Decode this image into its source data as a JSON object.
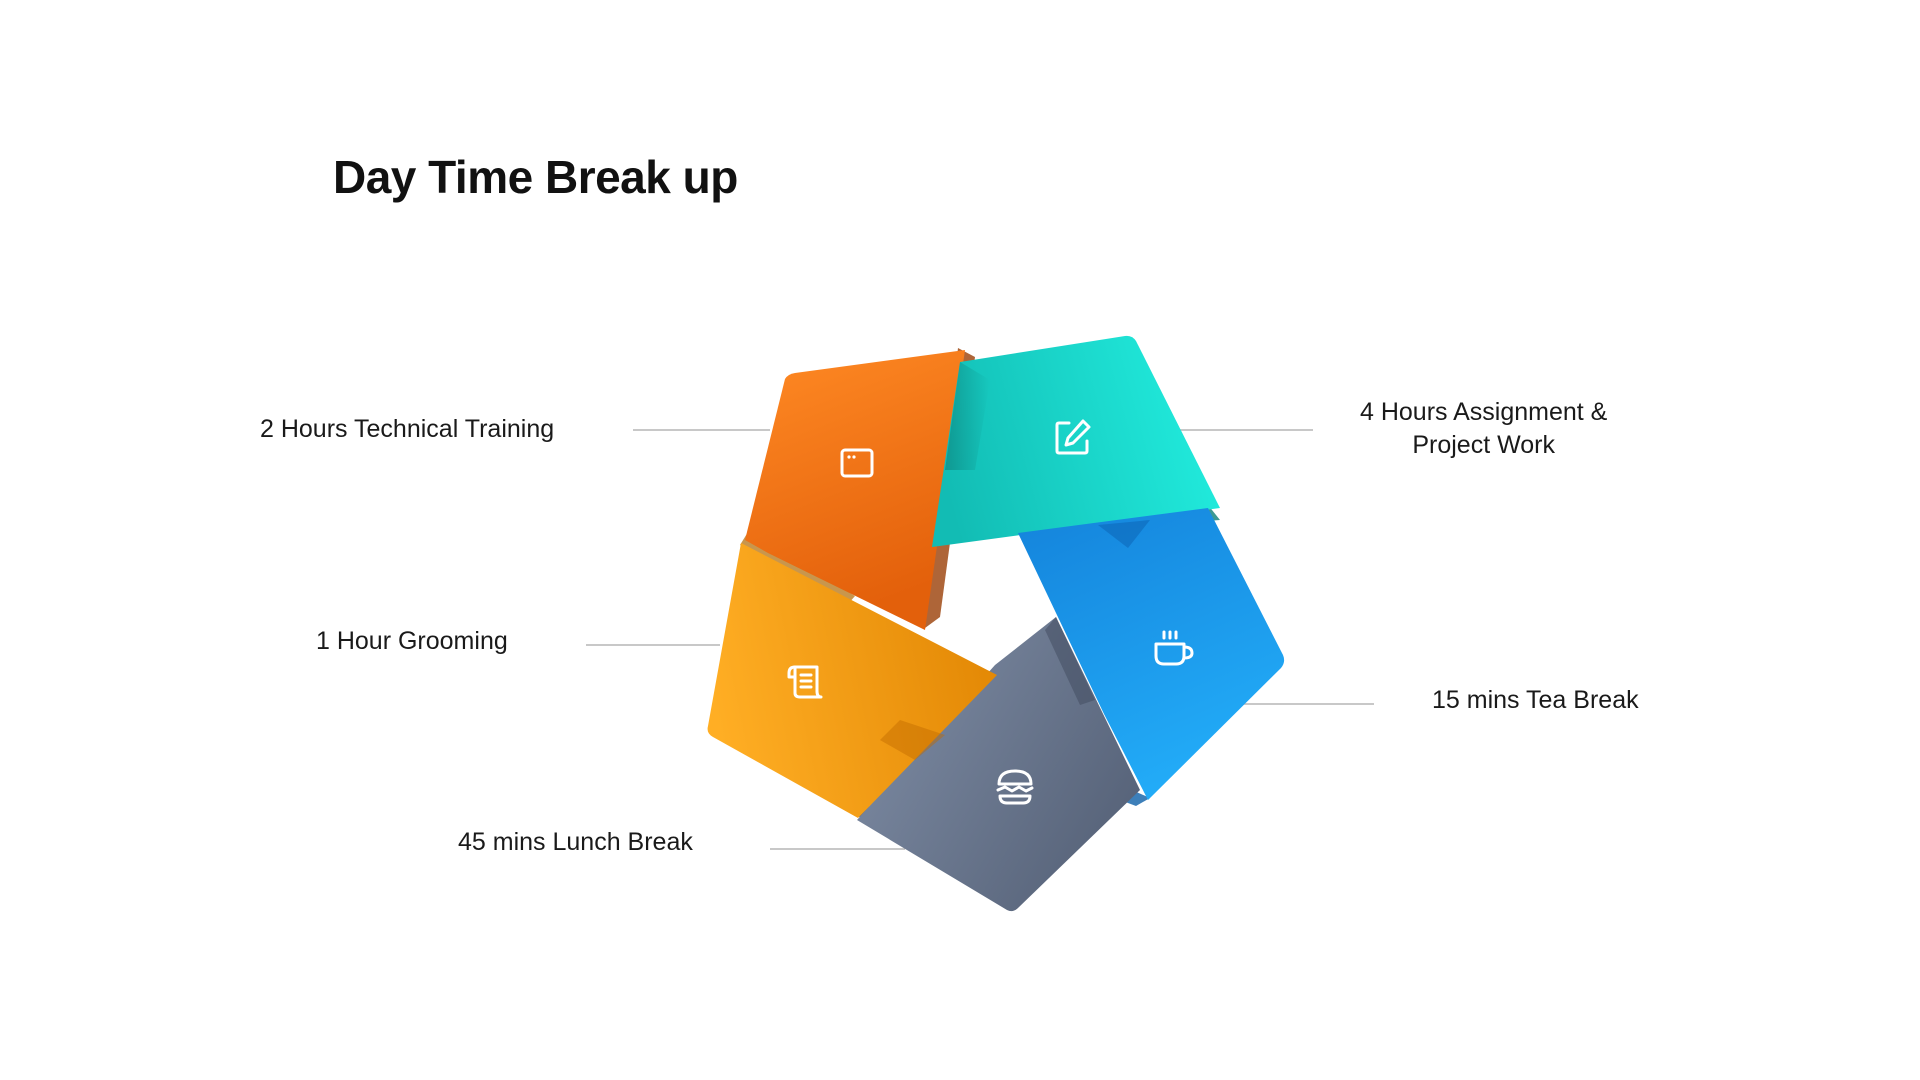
{
  "title": "Day Time Break up",
  "segments": [
    {
      "id": "training",
      "label": "2 Hours Technical Training",
      "icon": "browser-window-icon",
      "color_light": "#FF8A24",
      "color_dark": "#E55E0A"
    },
    {
      "id": "assignment",
      "label_line1": "4 Hours Assignment &",
      "label_line2": "Project Work",
      "icon": "edit-icon",
      "color_light": "#1EEBDD",
      "color_dark": "#12B8B0"
    },
    {
      "id": "tea",
      "label": "15 mins Tea Break",
      "icon": "coffee-cup-icon",
      "color_light": "#22A8F5",
      "color_dark": "#1480DA"
    },
    {
      "id": "lunch",
      "label": "45 mins Lunch Break",
      "icon": "burger-icon",
      "color_light": "#7A88A0",
      "color_dark": "#56637A"
    },
    {
      "id": "grooming",
      "label": "1 Hour Grooming",
      "icon": "scroll-icon",
      "color_light": "#FFAE22",
      "color_dark": "#E38905"
    }
  ]
}
